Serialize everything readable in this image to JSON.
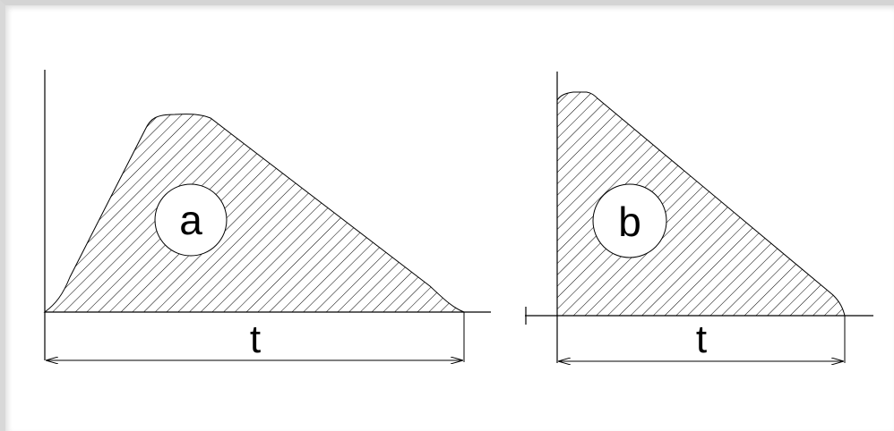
{
  "diagram": {
    "colors": {
      "stroke": "#000000",
      "hatch": "#000000",
      "background": "#ffffff"
    },
    "panel_a": {
      "label": "a",
      "dimension_label": "t"
    },
    "panel_b": {
      "label": "b",
      "dimension_label": "t"
    }
  }
}
